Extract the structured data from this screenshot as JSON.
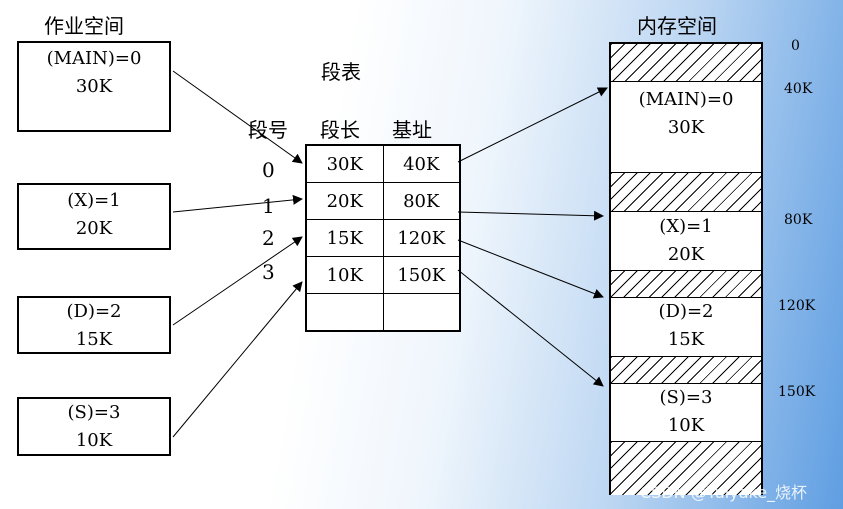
{
  "job_space": {
    "title": "作业空间",
    "segments": [
      {
        "name": "(MAIN)=0",
        "size": "30K"
      },
      {
        "name": "(X)=1",
        "size": "20K"
      },
      {
        "name": "(D)=2",
        "size": "15K"
      },
      {
        "name": "(S)=3",
        "size": "10K"
      }
    ]
  },
  "segment_table": {
    "title": "段表",
    "col_index": "段号",
    "col_length": "段长",
    "col_base": "基址",
    "row_indexes": [
      "0",
      "1",
      "2",
      "3"
    ],
    "rows": [
      {
        "length": "30K",
        "base": "40K"
      },
      {
        "length": "20K",
        "base": "80K"
      },
      {
        "length": "15K",
        "base": "120K"
      },
      {
        "length": "10K",
        "base": "150K"
      },
      {
        "length": "",
        "base": ""
      }
    ]
  },
  "memory_space": {
    "title": "内存空间",
    "addresses": [
      "0",
      "40K",
      "80K",
      "120K",
      "150K"
    ],
    "blocks": [
      {
        "name": "(MAIN)=0",
        "size": "30K"
      },
      {
        "name": "(X)=1",
        "size": "20K"
      },
      {
        "name": "(D)=2",
        "size": "15K"
      },
      {
        "name": "(S)=3",
        "size": "10K"
      }
    ]
  },
  "watermark": "CSDN @Yuiyake_烧杯"
}
